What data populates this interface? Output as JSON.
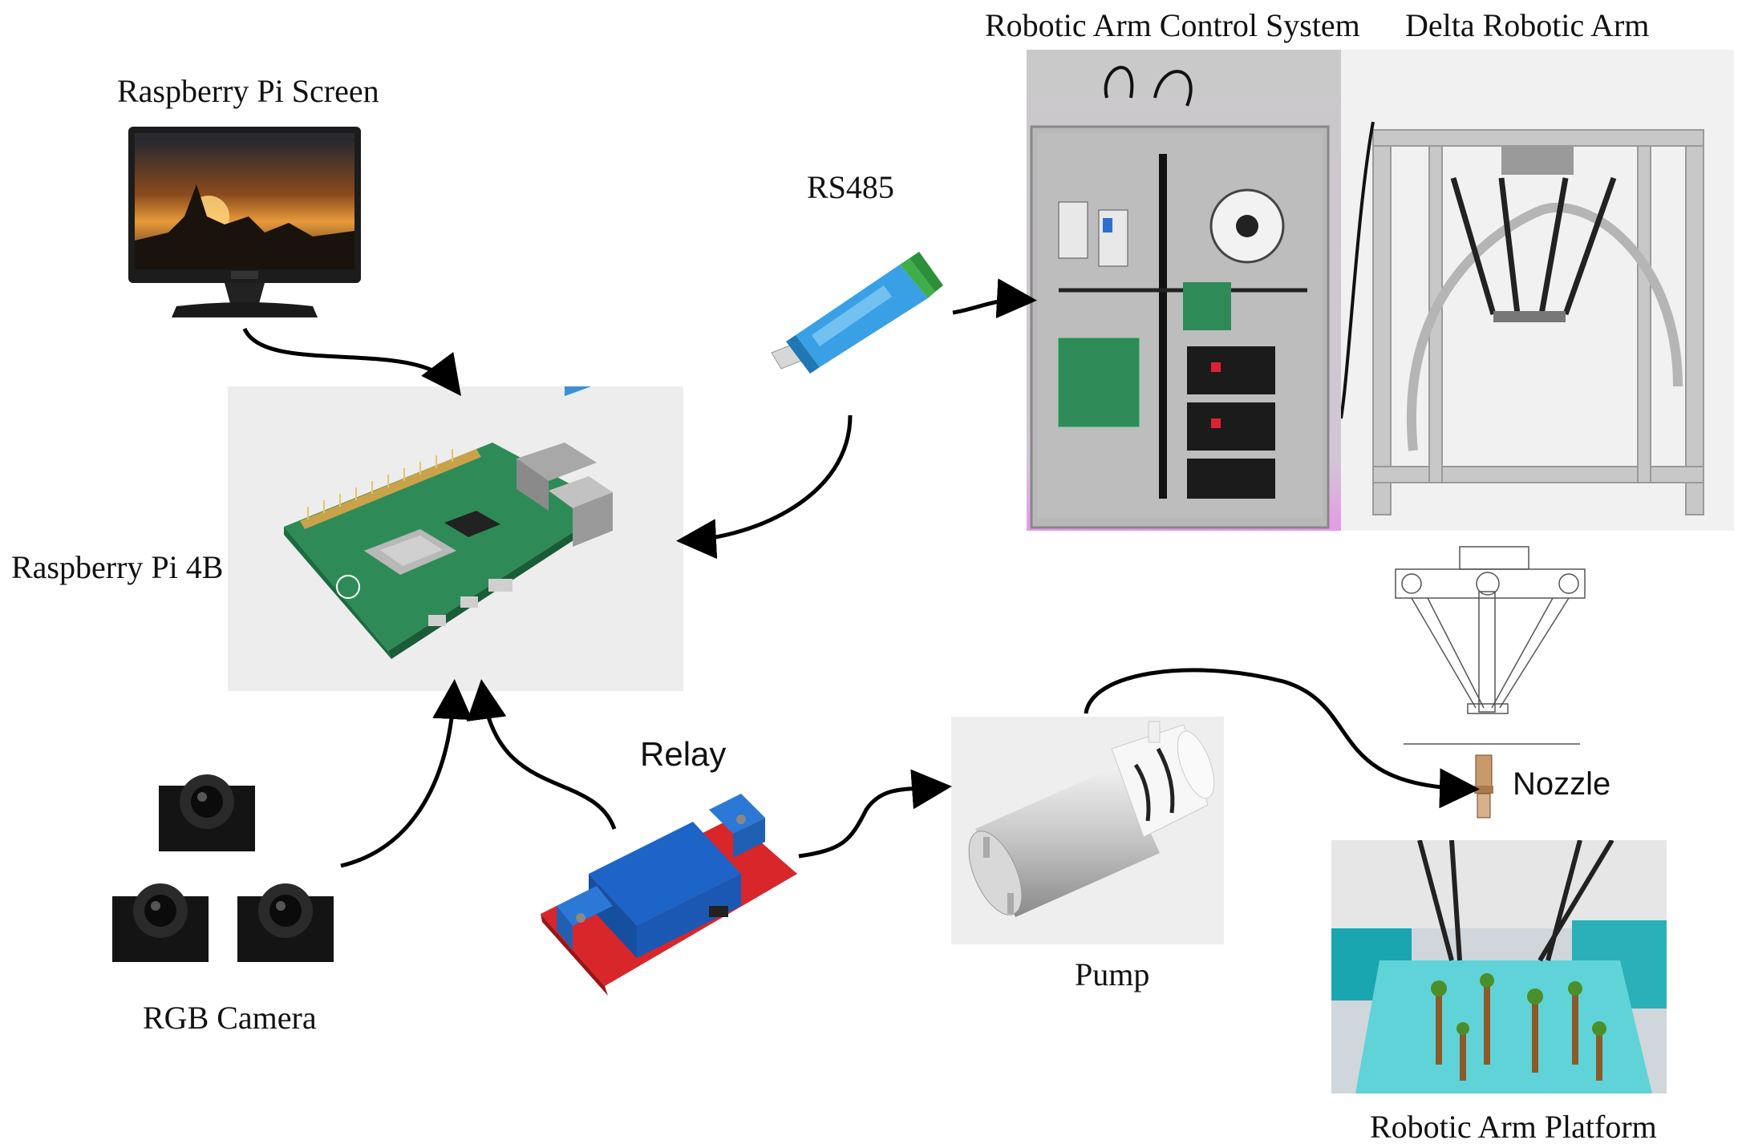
{
  "labels": {
    "control_system": "Robotic Arm Control System",
    "delta_arm": "Delta Robotic Arm",
    "pi_screen": "Raspberry Pi Screen",
    "rs485": "RS485",
    "pi4b": "Raspberry Pi 4B",
    "relay": "Relay",
    "nozzle": "Nozzle",
    "rgb_camera": "RGB Camera",
    "pump": "Pump",
    "platform": "Robotic Arm Platform"
  },
  "icons": {
    "screen": "monitor-icon",
    "pi": "raspberry-pi-board-icon",
    "rs485": "usb-rs485-adapter-icon",
    "cabinet": "control-cabinet-icon",
    "delta": "delta-robot-frame-icon",
    "delta_drawing": "delta-robot-drawing-icon",
    "camera": "camera-module-icon",
    "relay": "relay-module-icon",
    "pump": "pump-motor-icon",
    "nozzle": "nozzle-icon",
    "platform": "platform-photo-icon"
  },
  "colors": {
    "arrow": "#000000",
    "pcb_green": "#2e8b57",
    "relay_red": "#d8262b",
    "relay_blue": "#1e64c8",
    "usb_blue": "#3aa0e6",
    "platform_cyan": "#5fd3d8"
  }
}
